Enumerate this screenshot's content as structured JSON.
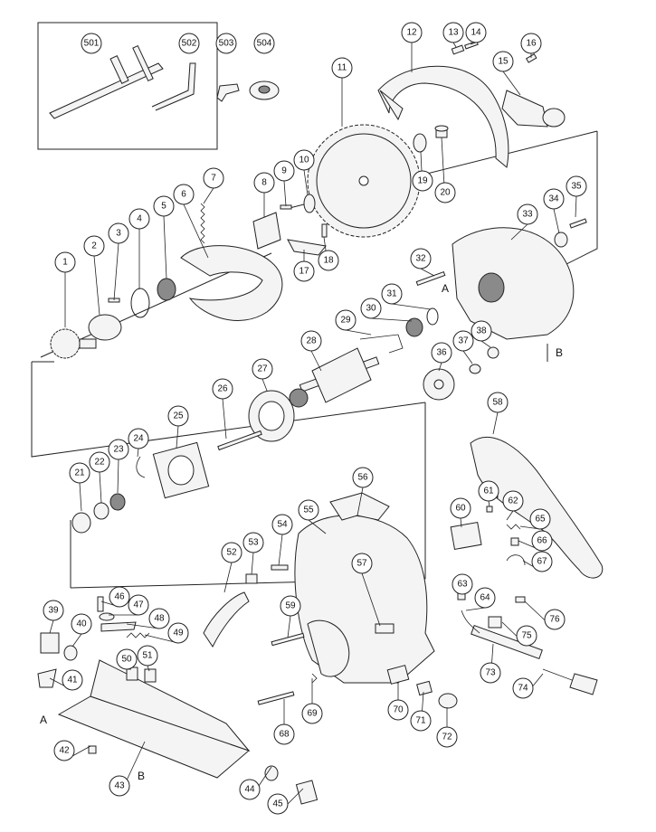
{
  "accessory_parts": [
    "501",
    "502",
    "503",
    "504"
  ],
  "parts": [
    "1",
    "2",
    "3",
    "4",
    "5",
    "6",
    "7",
    "8",
    "9",
    "10",
    "11",
    "12",
    "13",
    "14",
    "15",
    "16",
    "17",
    "18",
    "19",
    "20",
    "21",
    "22",
    "23",
    "24",
    "25",
    "26",
    "27",
    "28",
    "29",
    "30",
    "31",
    "32",
    "33",
    "34",
    "35",
    "36",
    "37",
    "38",
    "39",
    "40",
    "41",
    "42",
    "43",
    "44",
    "45",
    "46",
    "47",
    "48",
    "49",
    "50",
    "51",
    "52",
    "53",
    "54",
    "55",
    "56",
    "57",
    "58",
    "59",
    "60",
    "61",
    "62",
    "63",
    "64",
    "65",
    "66",
    "67",
    "68",
    "69",
    "70",
    "71",
    "72",
    "73",
    "74",
    "75",
    "76"
  ],
  "reference_marks": {
    "a": "A",
    "b": "B"
  }
}
